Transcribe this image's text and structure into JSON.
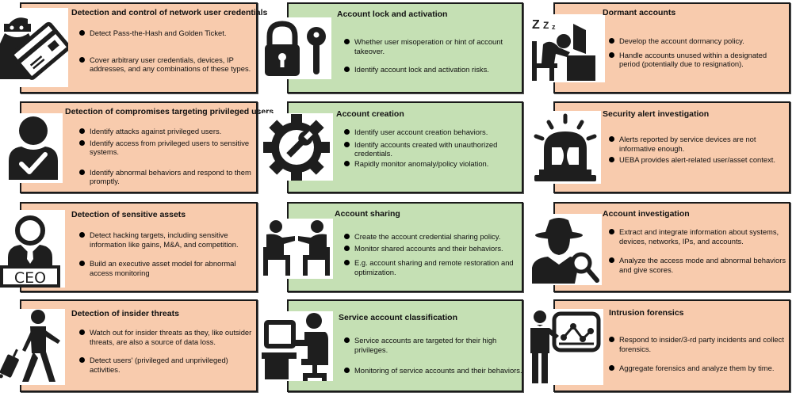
{
  "colors": {
    "peach": "#f8cbad",
    "green": "#c5e0b4",
    "border": "#1a1a1a",
    "icon": "#1e1e1e"
  },
  "cards": [
    {
      "id": "credentials",
      "icon": "thief-credit-card-icon",
      "title": "Detection and control of network user credentials",
      "bullets": [
        "Detect Pass-the-Hash and Golden Ticket.",
        "Cover arbitrary user credentials, devices, IP addresses, and any combinations of these types."
      ]
    },
    {
      "id": "lock",
      "icon": "padlock-key-icon",
      "title": "Account lock and activation",
      "bullets": [
        "Whether user misoperation or hint of account takeover.",
        "Identify account lock and activation risks."
      ]
    },
    {
      "id": "dormant",
      "icon": "sleeping-user-icon",
      "title": "Dormant accounts",
      "bullets": [
        "Develop the account dormancy policy.",
        "Handle accounts unused within a designated period (potentially due to resignation)."
      ]
    },
    {
      "id": "privileged",
      "icon": "user-checkmark-icon",
      "title": "Detection of compromises targeting privileged users",
      "bullets": [
        "Identify attacks against privileged users.",
        "Identify access from privileged users to sensitive systems.",
        "Identify abnormal behaviors and respond to them promptly."
      ]
    },
    {
      "id": "creation",
      "icon": "gear-wrench-icon",
      "title": "Account creation",
      "bullets": [
        "Identify user account creation behaviors.",
        "Identify accounts created with unauthorized credentials.",
        "Rapidly monitor anomaly/policy violation."
      ]
    },
    {
      "id": "alert",
      "icon": "siren-alarm-icon",
      "title": "Security alert investigation",
      "bullets": [
        "Alerts reported by service devices are not informative enough.",
        "UEBA provides alert-related user/asset context."
      ]
    },
    {
      "id": "assets",
      "icon": "ceo-icon",
      "icon_label": "CEO",
      "title": "Detection of sensitive assets",
      "bullets": [
        "Detect hacking targets, including sensitive information like gains, M&A, and competition.",
        "Build an executive asset model for abnormal access monitoring"
      ]
    },
    {
      "id": "sharing",
      "icon": "two-people-talking-icon",
      "title": "Account sharing",
      "bullets": [
        "Create the account credential sharing policy.",
        "Monitor shared accounts and their behaviors.",
        "E.g. account sharing and remote restoration and optimization."
      ]
    },
    {
      "id": "investigation",
      "icon": "detective-magnifier-icon",
      "title": "Account investigation",
      "bullets": [
        "Extract and integrate information about systems, devices, networks, IPs, and accounts.",
        "Analyze the access mode and abnormal behaviors and give scores."
      ]
    },
    {
      "id": "insider",
      "icon": "traveler-suitcase-icon",
      "title": "Detection of insider threats",
      "bullets": [
        "Watch out for insider threats as they, like outsider threats, are also a source of data loss.",
        "Detect users' (privileged and unprivileged) activities."
      ]
    },
    {
      "id": "service",
      "icon": "user-at-computer-icon",
      "title": "Service account classification",
      "bullets": [
        "Service accounts are targeted for their high privileges.",
        "Monitoring of service accounts and their behaviors."
      ]
    },
    {
      "id": "forensics",
      "icon": "presenter-chart-icon",
      "title": "Intrusion forensics",
      "bullets": [
        "Respond to insider/3-rd party incidents and collect forensics.",
        "Aggregate forensics and analyze them by time."
      ]
    }
  ]
}
